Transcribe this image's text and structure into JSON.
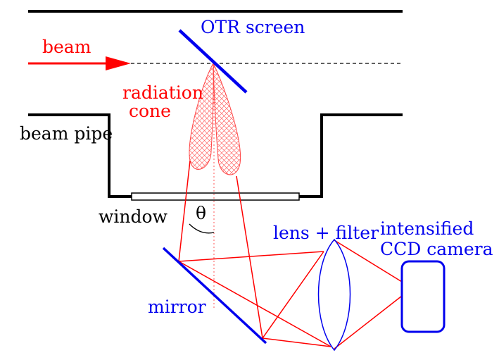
{
  "labels": {
    "otr_screen": "OTR screen",
    "beam": "beam",
    "radiation_cone_line1": "radiation",
    "radiation_cone_line2": "cone",
    "beam_pipe": "beam pipe",
    "window": "window",
    "theta": "θ",
    "lens_filter": "lens + filter",
    "camera_line1": "intensified",
    "camera_line2": "CCD camera",
    "mirror": "mirror"
  },
  "colors": {
    "beam": "#ff0000",
    "optics": "#0000ee",
    "pipe": "#000000"
  }
}
